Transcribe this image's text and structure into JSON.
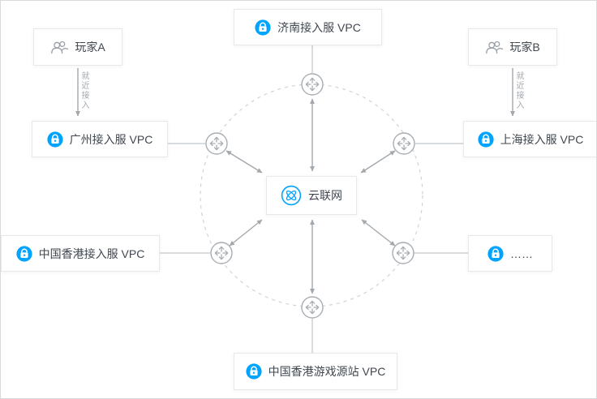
{
  "diagram": {
    "center": {
      "label": "云联网",
      "icon": "ccn-network-icon"
    },
    "nodes": {
      "jinan": {
        "label": "济南接入服 VPC",
        "icon": "vpc-lock-icon"
      },
      "player_a": {
        "label": "玩家A",
        "icon": "users-icon"
      },
      "player_b": {
        "label": "玩家B",
        "icon": "users-icon"
      },
      "guangzhou": {
        "label": "广州接入服 VPC",
        "icon": "vpc-lock-icon"
      },
      "shanghai": {
        "label": "上海接入服 VPC",
        "icon": "vpc-lock-icon"
      },
      "hk_access": {
        "label": "中国香港接入服 VPC",
        "icon": "vpc-lock-icon"
      },
      "ellipsis": {
        "label": "……",
        "icon": "vpc-lock-icon"
      },
      "hk_origin": {
        "label": "中国香港游戏源站 VPC",
        "icon": "vpc-lock-icon"
      }
    },
    "edge_labels": {
      "player_a_access": "就近接入",
      "player_b_access": "就近接入"
    },
    "icons": {
      "vpc": "vpc-lock-icon",
      "player": "users-icon",
      "router": "router-crossroads-icon",
      "center": "ccn-network-icon"
    },
    "colors": {
      "vpc_icon": "#00a4ff",
      "player_icon": "#989ea6",
      "router": "#a8adb4",
      "arrow": "#a3a8ad",
      "link": "#c2c6ca",
      "circle": "#cfd3d7",
      "border": "#e6e8eb",
      "text": "#404750",
      "canvas_border": "#d8dbde"
    }
  }
}
